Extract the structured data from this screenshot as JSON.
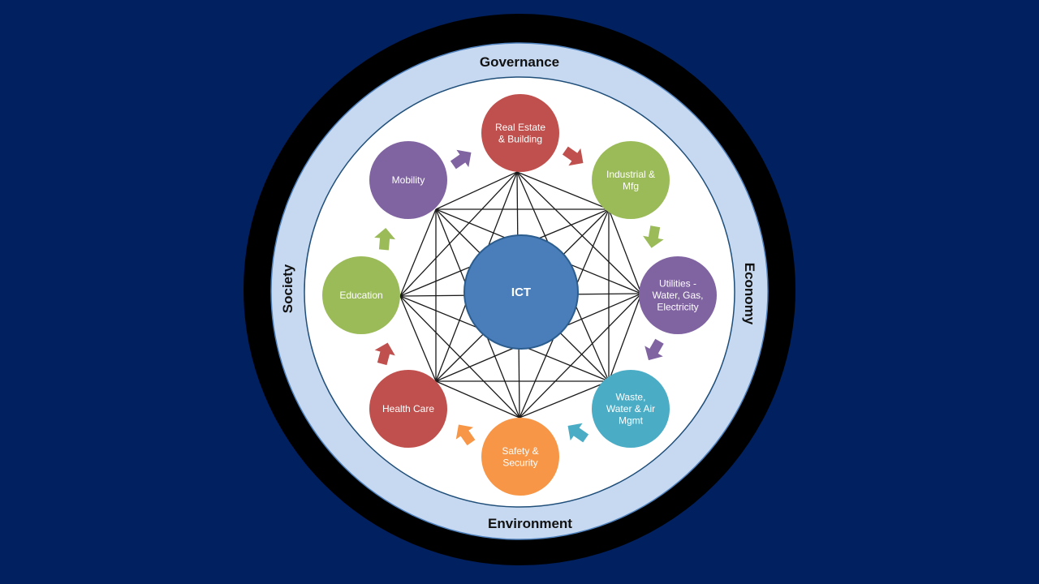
{
  "title": "Smart City Domains Framework",
  "background_color": "#002060",
  "rings": {
    "top_label": "Governance",
    "right_label": "Economy",
    "bottom_label": "Environment",
    "left_label": "Society",
    "ring_color": "#C6D9F1",
    "outer_band_color": "#000000"
  },
  "center": {
    "label": "ICT",
    "color": "#4A7EBB"
  },
  "nodes": [
    {
      "id": "real-estate",
      "lines": [
        "Real Estate",
        "& Building"
      ],
      "color": "#C0504D"
    },
    {
      "id": "industrial",
      "lines": [
        "Industrial &",
        "Mfg"
      ],
      "color": "#9BBB59"
    },
    {
      "id": "utilities",
      "lines": [
        "Utilities -",
        "Water, Gas,",
        "Electricity"
      ],
      "color": "#8064A2"
    },
    {
      "id": "waste",
      "lines": [
        "Waste,",
        "Water & Air",
        "Mgmt"
      ],
      "color": "#4BACC6"
    },
    {
      "id": "safety",
      "lines": [
        "Safety &",
        "Security"
      ],
      "color": "#F79646"
    },
    {
      "id": "health-care",
      "lines": [
        "Health Care"
      ],
      "color": "#C0504D"
    },
    {
      "id": "education",
      "lines": [
        "Education"
      ],
      "color": "#9BBB59"
    },
    {
      "id": "mobility",
      "lines": [
        "Mobility"
      ],
      "color": "#8064A2"
    }
  ],
  "arrows": [
    {
      "from": "mobility",
      "to": "real-estate",
      "color": "#8064A2"
    },
    {
      "from": "real-estate",
      "to": "industrial",
      "color": "#C0504D"
    },
    {
      "from": "industrial",
      "to": "utilities",
      "color": "#9BBB59"
    },
    {
      "from": "utilities",
      "to": "waste",
      "color": "#8064A2"
    },
    {
      "from": "waste",
      "to": "safety",
      "color": "#4BACC6"
    },
    {
      "from": "safety",
      "to": "health-care",
      "color": "#F79646"
    },
    {
      "from": "health-care",
      "to": "education",
      "color": "#C0504D"
    },
    {
      "from": "education",
      "to": "mobility",
      "color": "#9BBB59"
    }
  ],
  "network": {
    "description": "Every node connected to every other node (complete graph)",
    "line_color": "#1a1a1a"
  }
}
